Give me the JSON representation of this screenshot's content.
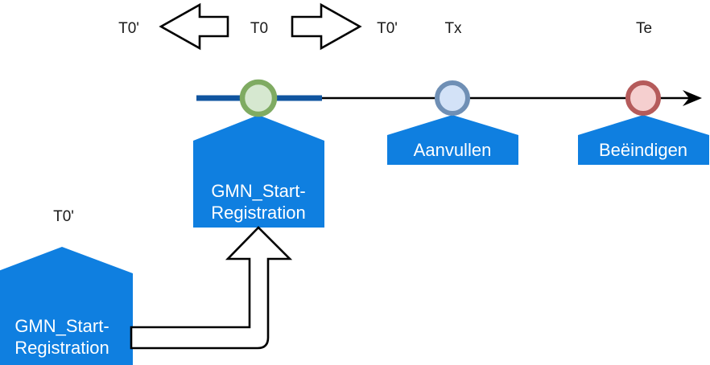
{
  "diagram": {
    "title_labels": {
      "t0_prime_left": "T0'",
      "t0_center": "T0",
      "t0_prime_right": "T0'",
      "tx": "Tx",
      "te": "Te",
      "t0_prime_bottom": "T0'"
    },
    "timeline": {
      "events": [
        {
          "name": "start-registration-event",
          "label": "T0",
          "marker_color": "#7fab62",
          "marker_fill": "#d6e8d0"
        },
        {
          "name": "aanvullen-event",
          "label": "Tx",
          "marker_color": "#6f8fb5",
          "marker_fill": "#d3e2f7"
        },
        {
          "name": "beeindigen-event",
          "label": "Te",
          "marker_color": "#b55b5b",
          "marker_fill": "#f5cfcf"
        }
      ],
      "highlight_color": "#1055a0",
      "line_color": "#000000"
    },
    "boxes": [
      {
        "name": "gmn-start-registration-box-top",
        "line1": "GMN_Start-",
        "line2": "Registration",
        "fill": "#0f7fe0"
      },
      {
        "name": "aanvullen-box",
        "line1": "Aanvullen",
        "line2": "",
        "fill": "#0f7fe0"
      },
      {
        "name": "beeindigen-box",
        "line1": "Beëindigen",
        "line2": "",
        "fill": "#0f7fe0"
      },
      {
        "name": "gmn-start-registration-box-bottom",
        "line1": "GMN_Start-",
        "line2": "Registration",
        "fill": "#0f7fe0"
      }
    ],
    "arrows": {
      "left_block_arrow": "arrow-left-icon",
      "right_block_arrow": "arrow-right-icon",
      "connector_arrow": "arrow-up-connector-icon",
      "timeline_arrowhead": "arrow-right-icon"
    }
  }
}
